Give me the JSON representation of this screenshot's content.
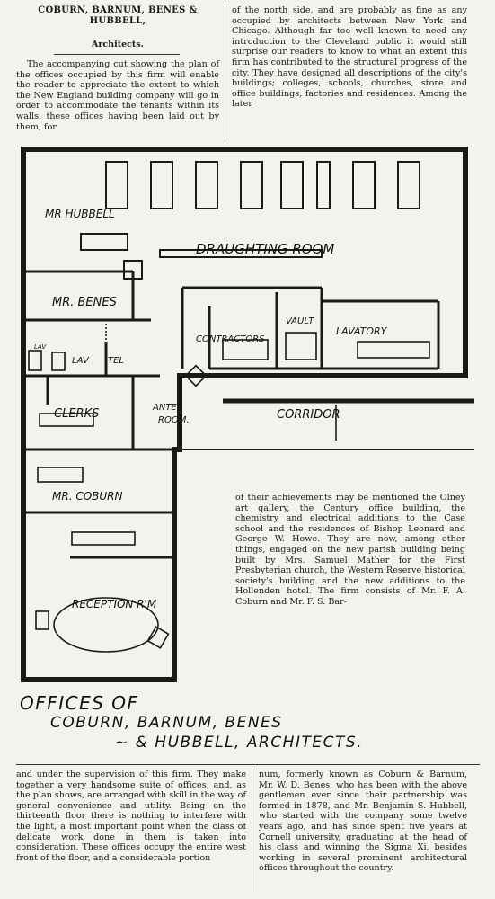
{
  "header": {
    "title": "COBURN, BARNUM, BENES & HUBBELL,",
    "subtitle": "Architects."
  },
  "article": {
    "intro": "The accompanying cut showing the plan of the offices occupied by this firm will enable the reader to appreciate the extent to which the New England building company will go in order to accommodate the tenants within its walls, these offices having been laid out by them, for",
    "top_right": "of the north side, and are probably as fine as any occupied by architects between New York and Chicago. Although far too well known to need any introduction to the Cleveland public it would still surprise our readers to know to what an extent this firm has contributed to the structural progress of the city. They have designed all descriptions of the city's buildings; colleges, schools, churches, store and office buildings, factories and residences. Among the later",
    "mid_right": "of their achievements may be mentioned the Olney art gallery, the Century office building, the chemistry and electrical additions to the Case school and the residences of Bishop Leonard and George W. Howe. They are now, among other things, engaged on the new parish building being built by Mrs. Samuel Mather for the First Presbyterian church, the Western Reserve historical society's building and the new additions to the Hollenden hotel. The firm consists of Mr. F. A. Coburn and Mr. F. S. Bar-",
    "bottom_left": "and under the supervision of this firm. They make together a very handsome suite of offices, and, as the plan shows, are arranged with skill in the way of general convenience and utility. Being on the thirteenth floor there is nothing to interfere with the light, a most important point when the class of delicate work done in them is taken into consideration. These offices occupy the entire west front of the floor, and a considerable portion",
    "bottom_right": "num, formerly known as Coburn & Barnum, Mr. W. D. Benes, who has been with the above gentlemen ever since their partnership was formed in 1878, and Mr. Benjamin S. Hubbell, who started with the company some twelve years ago, and has since spent five years at Cornell university, graduating at the head of his class and winning the Sigma Xi, besides working in several prominent architectural offices throughout the country."
  },
  "plan": {
    "rooms": {
      "hubbell": "MR HUBBELL",
      "draughting": "DRAUGHTING ROOM",
      "benes": "MR. BENES",
      "vault": "VAULT",
      "contractors": "CONTRACTORS",
      "lavatory": "LAVATORY",
      "lav_small": "LAV",
      "lav": "LAV",
      "tel": "TEL",
      "clerks": "CLERKS",
      "ante_room_1": "ANTE",
      "ante_room_2": "ROOM.",
      "corridor": "CORRIDOR",
      "coburn": "MR. COBURN",
      "reception": "RECEPTION R'M"
    }
  },
  "caption": {
    "line1": "OFFICES OF",
    "line2": "COBURN, BARNUM, BENES",
    "line3": "~ & HUBBELL, ARCHITECTS."
  }
}
